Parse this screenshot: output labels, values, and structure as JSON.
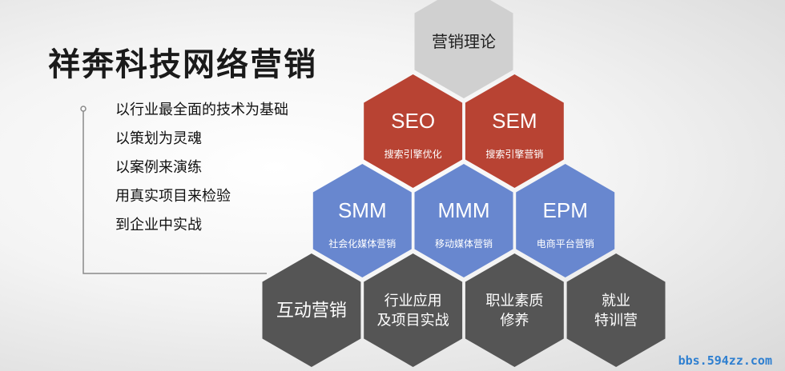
{
  "title": "祥奔科技网络营销",
  "points": [
    "以行业最全面的技术为基础",
    "以策划为灵魂",
    "以案例来演练",
    "用真实项目来检验",
    "到企业中实战"
  ],
  "colors": {
    "gray": "#d0d0d0",
    "red": "#b84333",
    "blue": "#6887cf",
    "dark": "#555555",
    "connector": "#8a8a8a",
    "watermark": "#2e7fd0"
  },
  "hexes": [
    {
      "row": 0,
      "col": 0,
      "color": "gray",
      "main": "营销理论",
      "sub": ""
    },
    {
      "row": 1,
      "col": 0,
      "color": "red",
      "main": "SEO",
      "sub": "搜索引擎优化"
    },
    {
      "row": 1,
      "col": 1,
      "color": "red",
      "main": "SEM",
      "sub": "搜索引擎营销"
    },
    {
      "row": 2,
      "col": 0,
      "color": "blue",
      "main": "SMM",
      "sub": "社会化媒体营销"
    },
    {
      "row": 2,
      "col": 1,
      "color": "blue",
      "main": "MMM",
      "sub": "移动媒体营销"
    },
    {
      "row": 2,
      "col": 2,
      "color": "blue",
      "main": "EPM",
      "sub": "电商平台营销"
    },
    {
      "row": 3,
      "col": 0,
      "color": "dark",
      "main": "互动营销",
      "sub": ""
    },
    {
      "row": 3,
      "col": 1,
      "color": "dark",
      "main": "行业应用\n及项目实战",
      "sub": ""
    },
    {
      "row": 3,
      "col": 2,
      "color": "dark",
      "main": "职业素质\n修养",
      "sub": ""
    },
    {
      "row": 3,
      "col": 3,
      "color": "dark",
      "main": "就业\n特训营",
      "sub": ""
    }
  ],
  "watermark": "bbs.594zz.com"
}
